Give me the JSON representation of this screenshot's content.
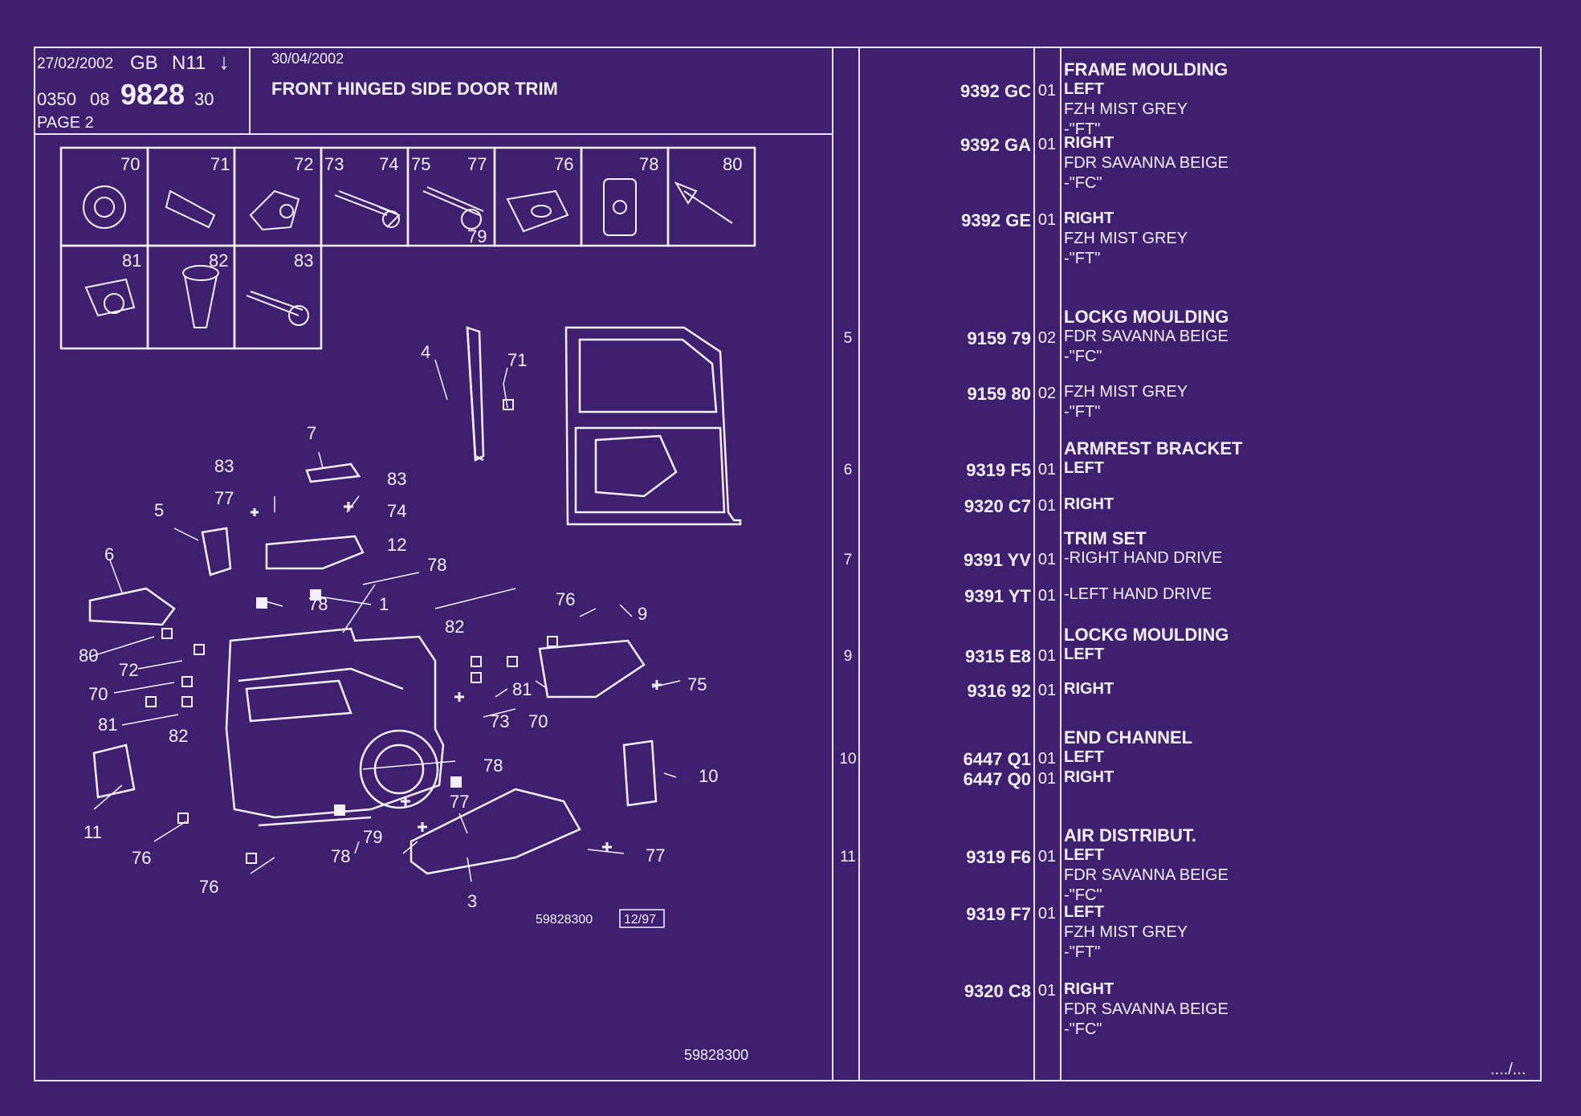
{
  "header": {
    "date1": "27/02/2002",
    "country": "GB",
    "code": "N11",
    "arrow": "↓",
    "ref_a": "0350",
    "ref_b": "08",
    "model": "9828",
    "ref_c": "30",
    "page": "PAGE 2",
    "date2": "30/04/2002",
    "title": "FRONT HINGED SIDE DOOR TRIM"
  },
  "fasteners": {
    "row1": [
      "70",
      "71",
      "72",
      "73",
      "74",
      "75",
      "77",
      "76",
      "78",
      "80"
    ],
    "row1_extra": "79",
    "row2": [
      "81",
      "82",
      "83"
    ]
  },
  "diagram": {
    "callouts": [
      "4",
      "71",
      "7",
      "83",
      "77",
      "83",
      "74",
      "5",
      "12",
      "6",
      "78",
      "78",
      "1",
      "76",
      "9",
      "82",
      "80",
      "72",
      "70",
      "81",
      "75",
      "70",
      "73",
      "81",
      "82",
      "78",
      "10",
      "11",
      "77",
      "79",
      "76",
      "78",
      "77",
      "76",
      "3"
    ],
    "drawing_ref": "59828300",
    "drawing_date": "12/97",
    "footer_ref": "59828300"
  },
  "rows": [
    {
      "ref": "",
      "part": "9392 GC",
      "qty": "01",
      "lines": [
        "FRAME MOULDING",
        "LEFT",
        "FZH MIST GREY",
        "-\"FT\""
      ],
      "styles": [
        "h",
        "b",
        "n",
        "n"
      ]
    },
    {
      "ref": "",
      "part": "9392 GA",
      "qty": "01",
      "lines": [
        "RIGHT",
        "FDR SAVANNA BEIGE",
        "-\"FC\""
      ],
      "styles": [
        "b",
        "n",
        "n"
      ]
    },
    {
      "ref": "",
      "part": "9392 GE",
      "qty": "01",
      "lines": [
        "RIGHT",
        "FZH MIST GREY",
        "-\"FT\""
      ],
      "styles": [
        "b",
        "n",
        "n"
      ]
    },
    {
      "ref": "5",
      "part": "9159 79",
      "qty": "02",
      "lines": [
        "LOCKG MOULDING",
        "FDR SAVANNA BEIGE",
        "-\"FC\""
      ],
      "styles": [
        "h",
        "n",
        "n"
      ]
    },
    {
      "ref": "",
      "part": "9159 80",
      "qty": "02",
      "lines": [
        "FZH MIST GREY",
        "-\"FT\""
      ],
      "styles": [
        "n",
        "n"
      ]
    },
    {
      "ref": "6",
      "part": "9319 F5",
      "qty": "01",
      "lines": [
        "ARMREST BRACKET",
        "LEFT"
      ],
      "styles": [
        "h",
        "b"
      ]
    },
    {
      "ref": "",
      "part": "9320 C7",
      "qty": "01",
      "lines": [
        "RIGHT"
      ],
      "styles": [
        "b"
      ]
    },
    {
      "ref": "7",
      "part": "9391 YV",
      "qty": "01",
      "lines": [
        "TRIM SET",
        "-RIGHT HAND DRIVE"
      ],
      "styles": [
        "h",
        "n"
      ]
    },
    {
      "ref": "",
      "part": "9391 YT",
      "qty": "01",
      "lines": [
        "-LEFT HAND DRIVE"
      ],
      "styles": [
        "n"
      ]
    },
    {
      "ref": "9",
      "part": "9315 E8",
      "qty": "01",
      "lines": [
        "LOCKG MOULDING",
        "LEFT"
      ],
      "styles": [
        "h",
        "b"
      ]
    },
    {
      "ref": "",
      "part": "9316 92",
      "qty": "01",
      "lines": [
        "RIGHT"
      ],
      "styles": [
        "b"
      ]
    },
    {
      "ref": "10",
      "part": "6447 Q1",
      "qty": "01",
      "lines": [
        "END CHANNEL",
        "LEFT"
      ],
      "styles": [
        "h",
        "b"
      ]
    },
    {
      "ref": "",
      "part": "6447 Q0",
      "qty": "01",
      "lines": [
        "RIGHT"
      ],
      "styles": [
        "b"
      ]
    },
    {
      "ref": "11",
      "part": "9319 F6",
      "qty": "01",
      "lines": [
        "AIR DISTRIBUT.",
        "LEFT",
        "FDR SAVANNA BEIGE",
        "-\"FC\""
      ],
      "styles": [
        "h",
        "b",
        "n",
        "n"
      ]
    },
    {
      "ref": "",
      "part": "9319 F7",
      "qty": "01",
      "lines": [
        "LEFT",
        "FZH MIST GREY",
        "-\"FT\""
      ],
      "styles": [
        "b",
        "n",
        "n"
      ]
    },
    {
      "ref": "",
      "part": "9320 C8",
      "qty": "01",
      "lines": [
        "RIGHT",
        "FDR SAVANNA BEIGE",
        "-\"FC\""
      ],
      "styles": [
        "b",
        "n",
        "n"
      ]
    }
  ],
  "continuation": "..../...",
  "colors": {
    "background": "#3f1f70",
    "ink": "#f4f0ff"
  }
}
